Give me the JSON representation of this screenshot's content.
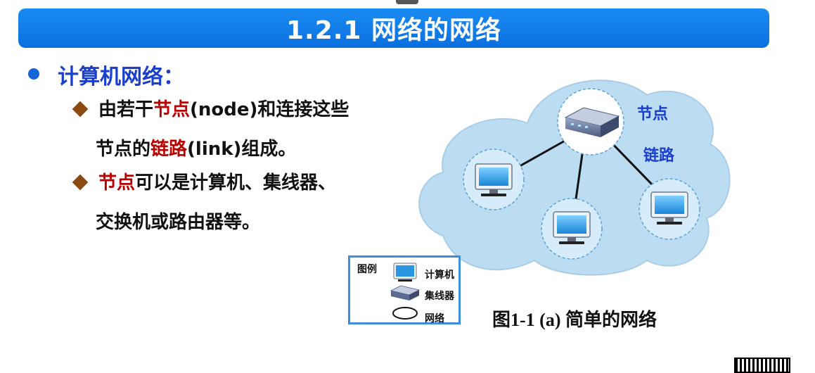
{
  "slide": {
    "title": "1.2.1  网络的网络",
    "heading": "计算机网络："
  },
  "bullets": [
    {
      "line1_a": "由若干",
      "line1_red": "节点",
      "line1_b": "(node)和连接这些",
      "line2_a": "节点的",
      "line2_red": "链路",
      "line2_b": "(link)组成。"
    },
    {
      "line1_a": "",
      "line1_red": "节点",
      "line1_b": "可以是计算机、集线器、",
      "line2_a": "交换机或路由器等。",
      "line2_red": "",
      "line2_b": ""
    }
  ],
  "diagram": {
    "node_label": "节点",
    "link_label": "链路"
  },
  "legend": {
    "title": "图例",
    "items": [
      "计算机",
      "集线器",
      "网络"
    ]
  },
  "caption": "图1-1 (a) 简单的网络",
  "colors": {
    "title_bar": "#0a78ea",
    "heading": "#1a3fcc",
    "highlight": "#b80000",
    "cloud": "#bcdcf2",
    "label_blue": "#1a3fcc"
  }
}
